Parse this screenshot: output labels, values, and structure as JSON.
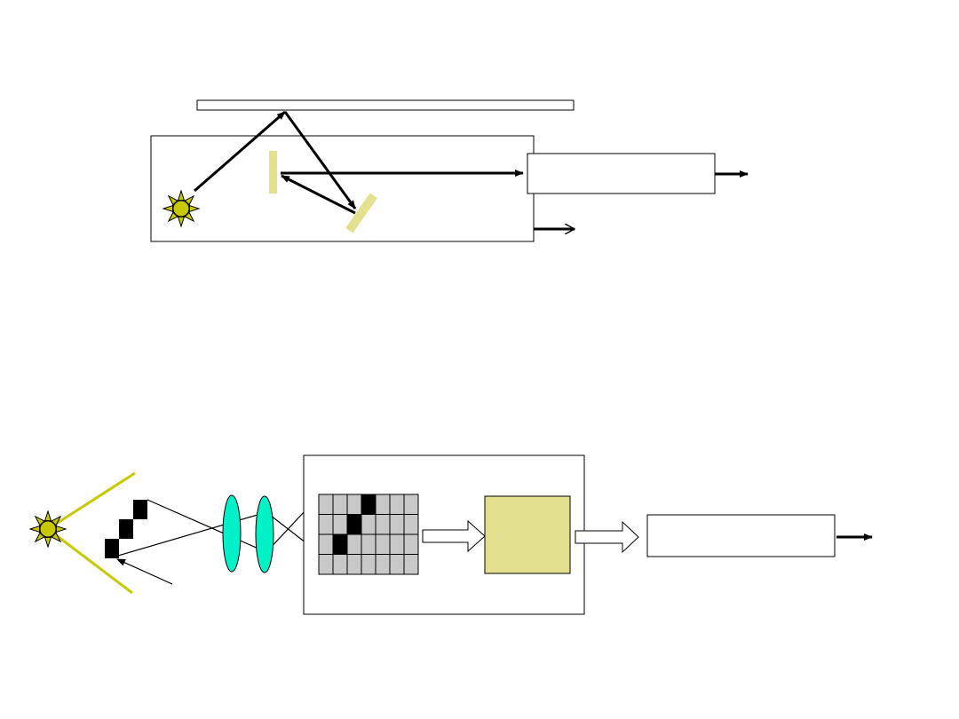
{
  "colors": {
    "mirror": "#e3e08f",
    "light_core": "#c8c800",
    "light_ray": "#c8c800",
    "lens": "#00f0c8",
    "pixel_off": "#c8c8c8",
    "pixel_on": "#000000",
    "processor": "#e2e08e",
    "stroke": "#000000"
  },
  "icons": {
    "light_source": "sun-icon",
    "arrows": "arrow-icon"
  },
  "sensor_grid": {
    "rows": 4,
    "cols": 7,
    "on_cells": [
      [
        0,
        3
      ],
      [
        1,
        2
      ],
      [
        2,
        1
      ]
    ]
  }
}
